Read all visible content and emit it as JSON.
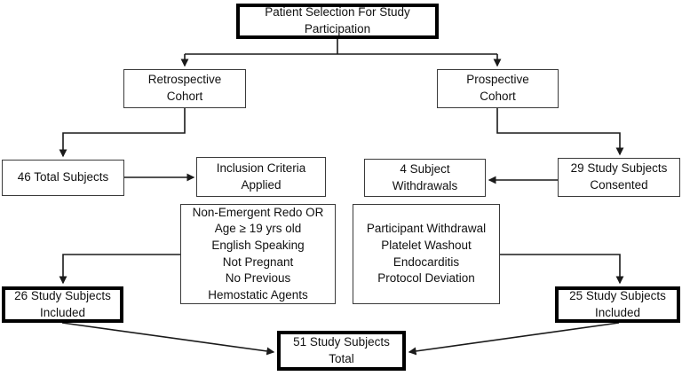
{
  "diagram": {
    "type": "flowchart",
    "title": "Patient Selection For Study Participation",
    "colors": {
      "background": "#ffffff",
      "line": "#1a1a1a",
      "thin_box_border": "#3a3a3a",
      "thick_box_border": "#000000",
      "text": "#111111"
    },
    "nodes": {
      "patient_selection": {
        "line1": "Patient Selection For Study",
        "line2": "Participation"
      },
      "retrospective_cohort": {
        "line1": "Retrospective",
        "line2": "Cohort"
      },
      "prospective_cohort": {
        "line1": "Prospective",
        "line2": "Cohort"
      },
      "total_subjects_46": {
        "line1": "46 Total Subjects"
      },
      "inclusion_criteria": {
        "line1": "Inclusion Criteria",
        "line2": "Applied"
      },
      "subject_withdrawals_4": {
        "line1": "4 Subject",
        "line2": "Withdrawals"
      },
      "study_subjects_consented_29": {
        "line1": "29 Study Subjects",
        "line2": "Consented"
      },
      "inclusion_criteria_list": {
        "items": [
          "Non-Emergent Redo OR",
          "Age ≥ 19 yrs old",
          "English Speaking",
          "Not Pregnant",
          "No Previous",
          "Hemostatic Agents"
        ]
      },
      "withdrawal_reasons_list": {
        "items": [
          "Participant Withdrawal",
          "Platelet Washout",
          "Endocarditis",
          "Protocol Deviation"
        ]
      },
      "retro_included_26": {
        "line1": "26 Study Subjects",
        "line2": "Included"
      },
      "pros_included_25": {
        "line1": "25 Study Subjects",
        "line2": "Included"
      },
      "total_included_51": {
        "line1": "51 Study Subjects",
        "line2": "Total"
      }
    }
  }
}
